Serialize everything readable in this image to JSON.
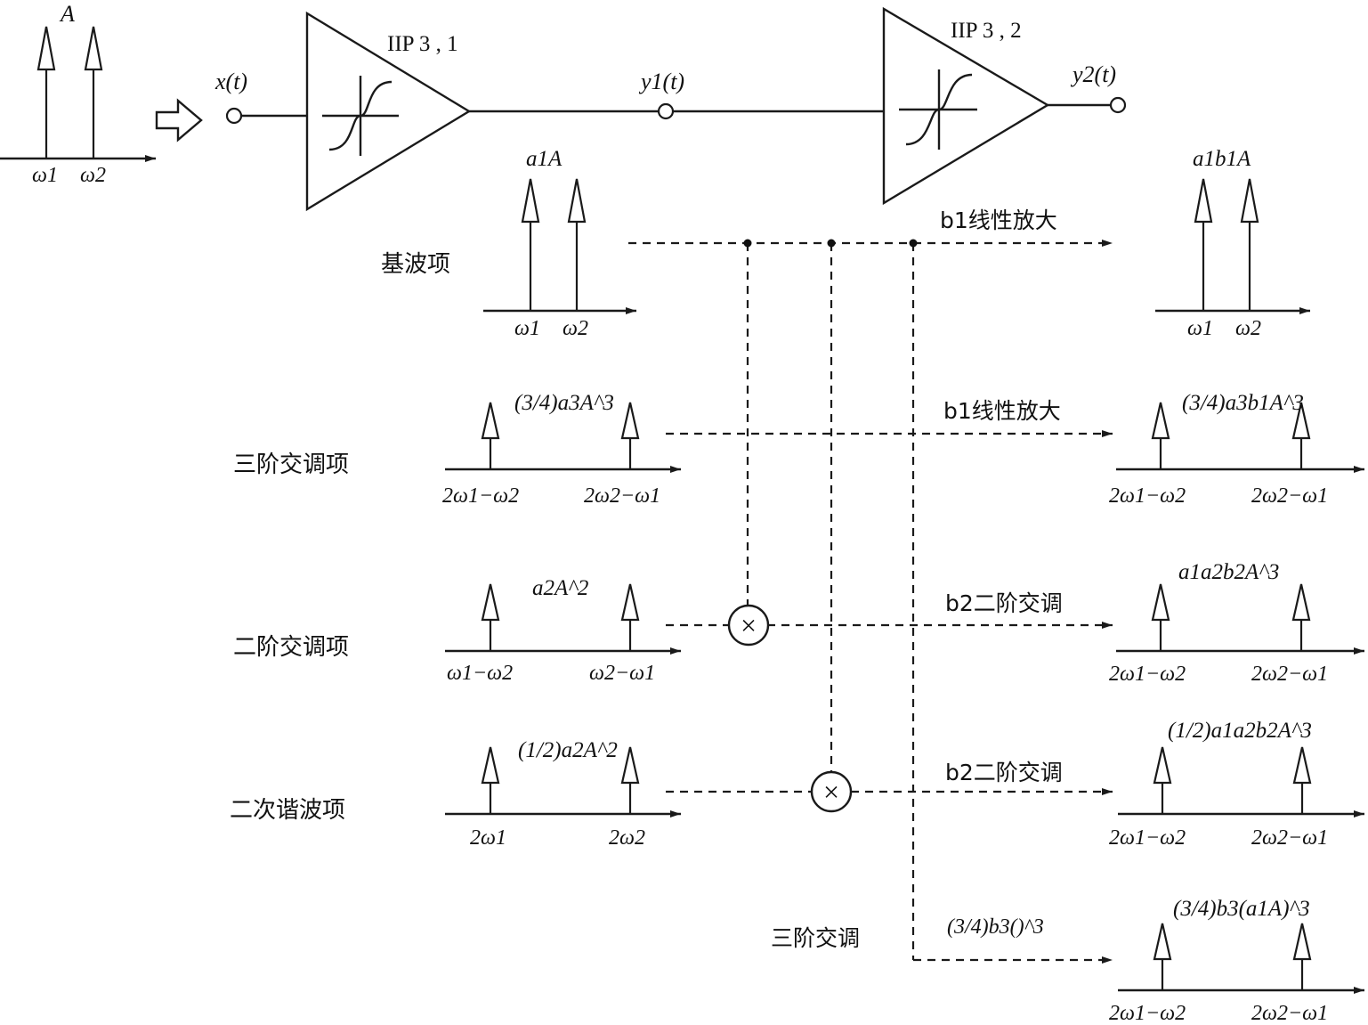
{
  "input": {
    "amplitude": "A",
    "freq1": "ω1",
    "freq2": "ω2"
  },
  "nodes": {
    "x": "x(t)",
    "y1": "y1(t)",
    "y2": "y2(t)"
  },
  "amplifiers": [
    {
      "label": "IIP 3 , 1"
    },
    {
      "label": "IIP 3 , 2"
    }
  ],
  "stage1_terms": [
    {
      "name": "基波项",
      "amp": "a1A",
      "f1": "ω1",
      "f2": "ω2"
    },
    {
      "name": "三阶交调项",
      "amp": "(3/4)a3A^3",
      "f1": "2ω1−ω2",
      "f2": "2ω2−ω1"
    },
    {
      "name": "二阶交调项",
      "amp": "a2A^2",
      "f1": "ω1−ω2",
      "f2": "ω2−ω1"
    },
    {
      "name": "二次谐波项",
      "amp": "(1/2)a2A^2",
      "f1": "2ω1",
      "f2": "2ω2"
    }
  ],
  "paths": [
    {
      "label": "b1线性放大"
    },
    {
      "label": "b1线性放大"
    },
    {
      "label": "b2二阶交调"
    },
    {
      "label": "b2二阶交调"
    },
    {
      "label_left": "三阶交调",
      "label": "(3/4)b3()^3"
    }
  ],
  "outputs": [
    {
      "amp": "a1b1A",
      "f1": "ω1",
      "f2": "ω2"
    },
    {
      "amp": "(3/4)a3b1A^3",
      "f1": "2ω1−ω2",
      "f2": "2ω2−ω1"
    },
    {
      "amp": "a1a2b2A^3",
      "f1": "2ω1−ω2",
      "f2": "2ω2−ω1"
    },
    {
      "amp": "(1/2)a1a2b2A^3",
      "f1": "2ω1−ω2",
      "f2": "2ω2−ω1"
    },
    {
      "amp": "(3/4)b3(a1A)^3",
      "f1": "2ω1−ω2",
      "f2": "2ω2−ω1"
    }
  ],
  "multiplier_symbol": "×"
}
